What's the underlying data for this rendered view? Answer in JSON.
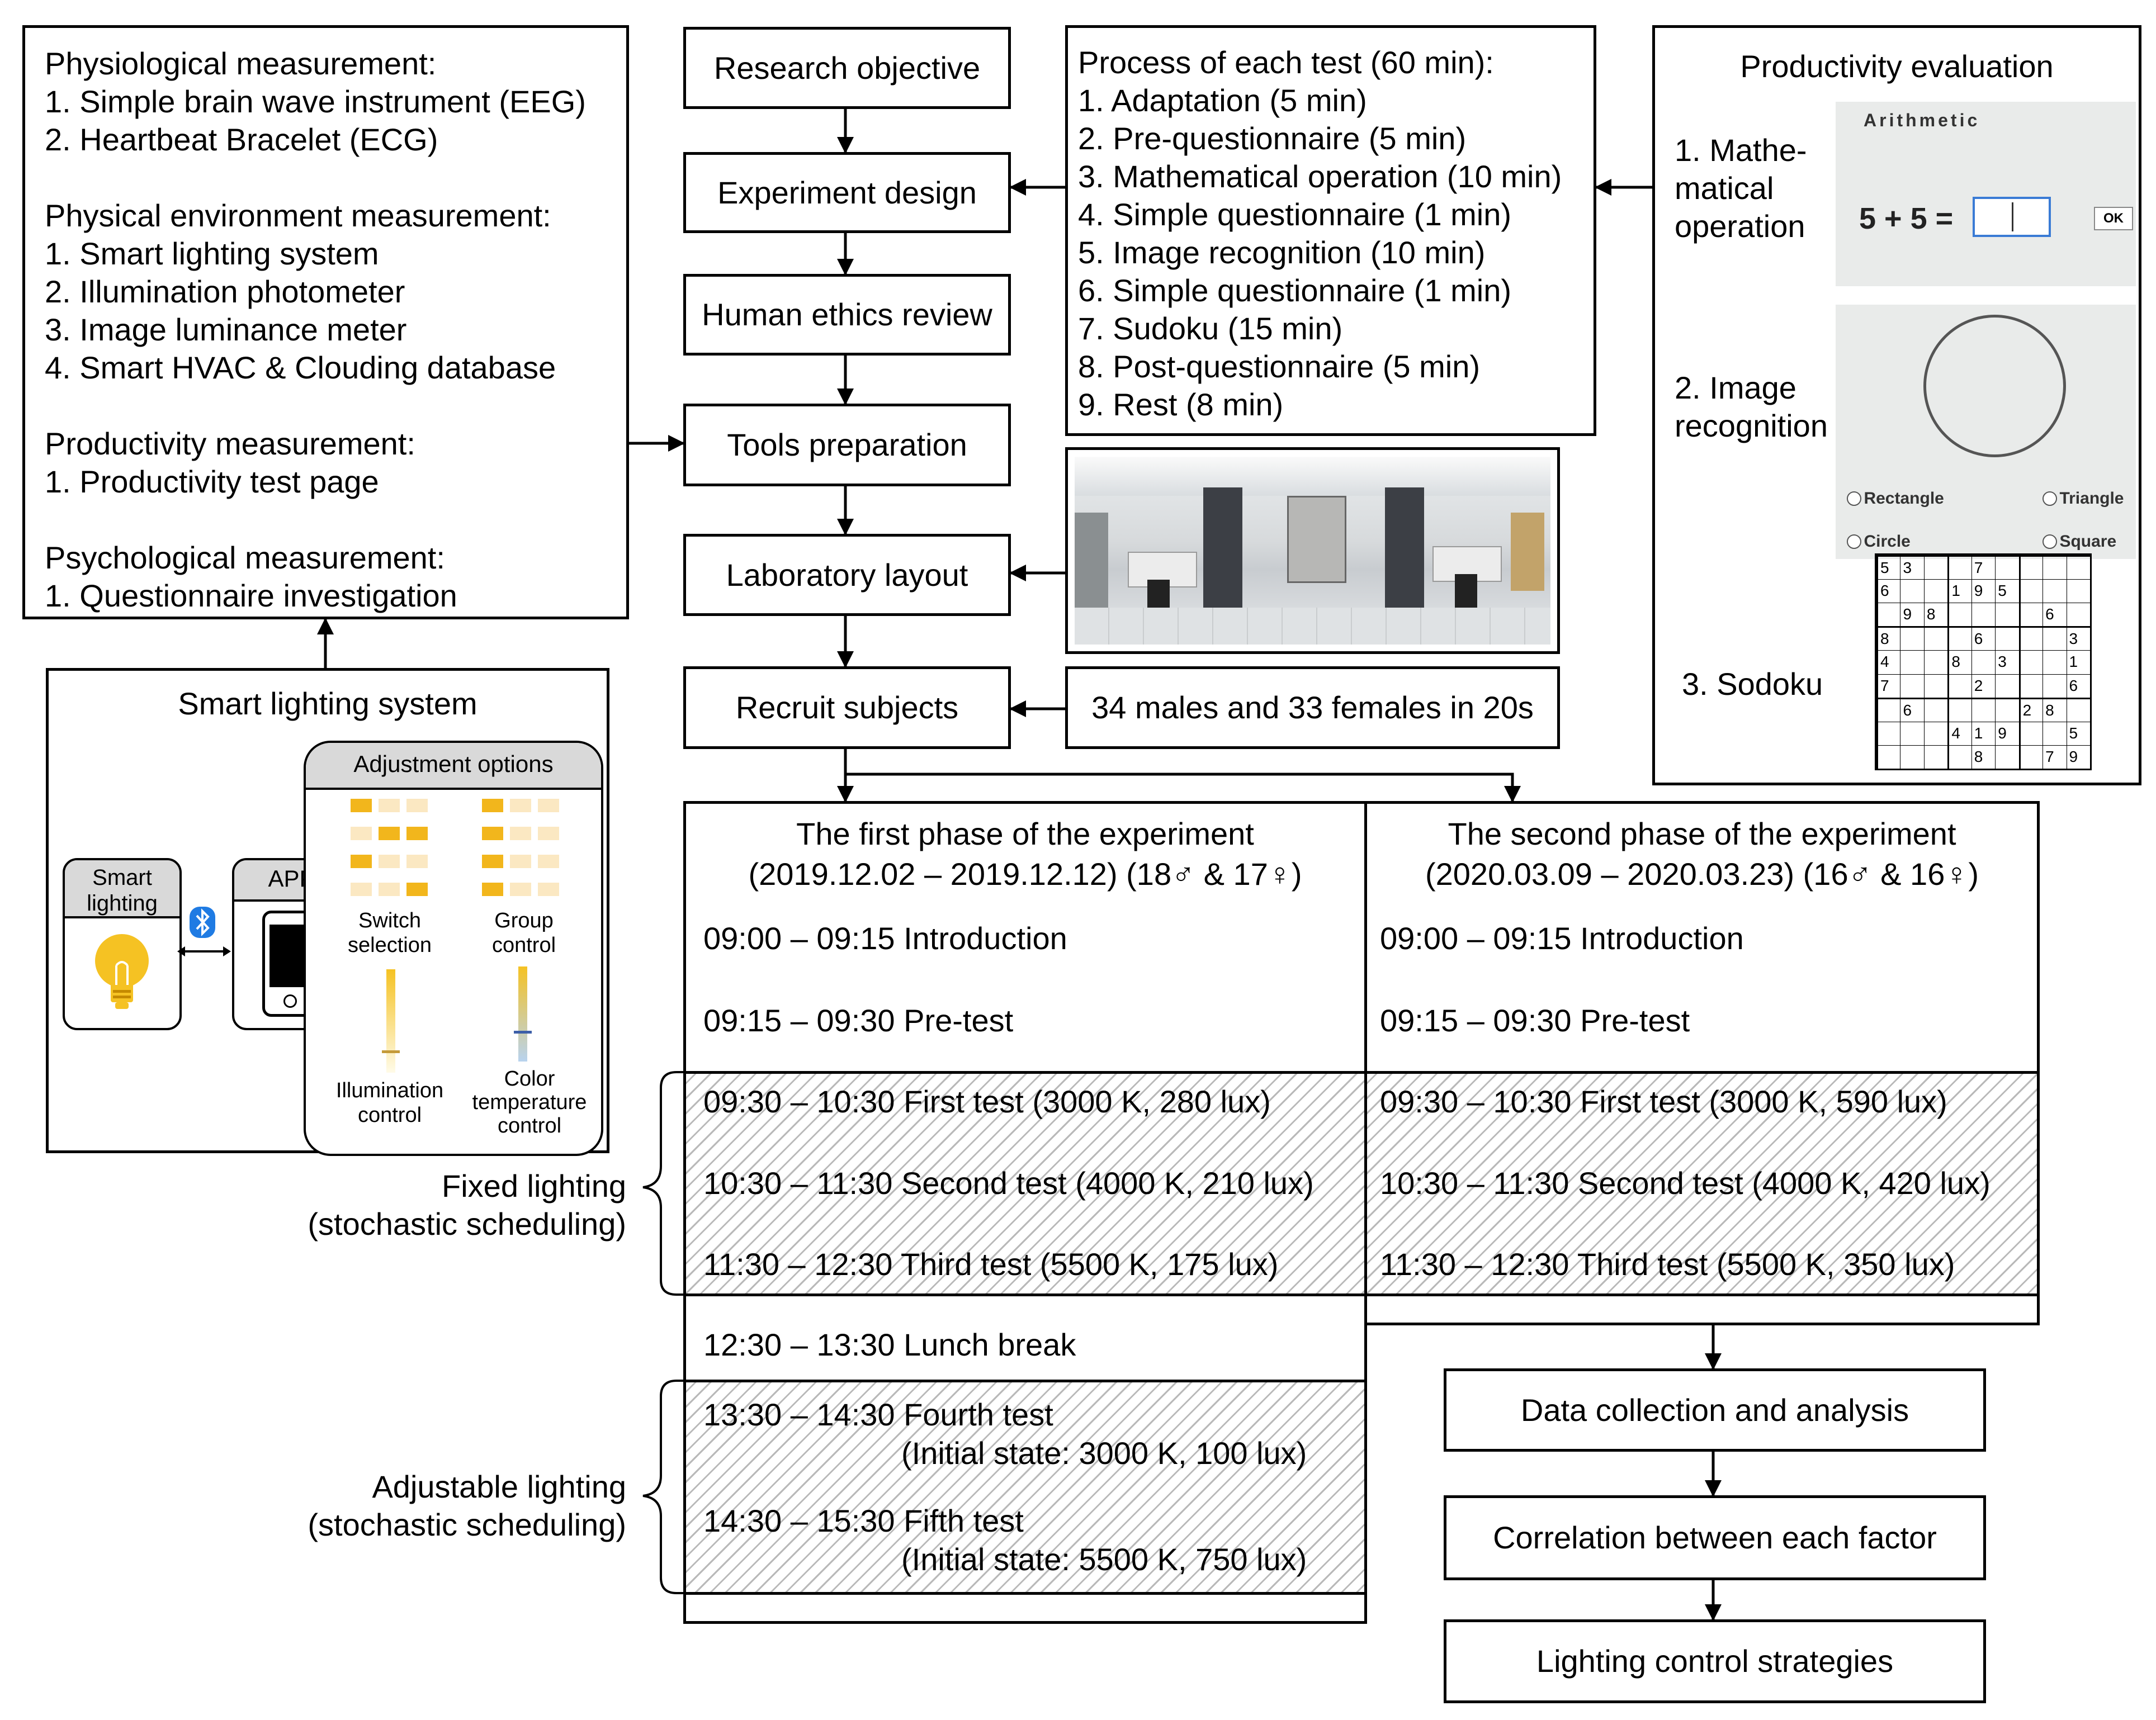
{
  "left_measurements": {
    "lines": [
      "Physiological measurement:",
      "1. Simple brain wave instrument (EEG)",
      "2. Heartbeat Bracelet (ECG)",
      "",
      "Physical environment measurement:",
      "1. Smart lighting system",
      "2. Illumination photometer",
      "3. Image luminance meter",
      "4. Smart HVAC & Clouding database",
      "",
      "Productivity measurement:",
      "1. Productivity test page",
      "",
      "Psychological measurement:",
      "1. Questionnaire investigation"
    ]
  },
  "flow": {
    "research_objective": "Research objective",
    "experiment_design": "Experiment design",
    "ethics_review": "Human ethics review",
    "tools_preparation": "Tools preparation",
    "laboratory_layout": "Laboratory layout",
    "recruit_subjects": "Recruit subjects",
    "subjects_note": "34 males and 33 females in 20s",
    "data_collection": "Data collection and analysis",
    "correlation": "Correlation between each factor",
    "strategies": "Lighting control strategies"
  },
  "process": {
    "lines": [
      "Process of each test (60 min):",
      "1. Adaptation (5 min)",
      "2. Pre-questionnaire (5 min)",
      "3. Mathematical operation (10 min)",
      "4. Simple questionnaire (1 min)",
      "5. Image recognition (10 min)",
      "6. Simple questionnaire (1 min)",
      "7. Sudoku (15 min)",
      "8. Post-questionnaire (5 min)",
      "9. Rest (8 min)"
    ]
  },
  "productivity": {
    "title": "Productivity evaluation",
    "math_label": "1. Mathe-\nmatical\noperation",
    "arith_title": "Arithmetic",
    "equation": "5 + 5 =",
    "ok": "OK",
    "image_label": "2. Image\nrecognition",
    "options": [
      "Rectangle",
      "Triangle",
      "Circle",
      "Square"
    ],
    "sudoku_label": "3. Sodoku",
    "sudoku_grid": [
      [
        "5",
        "3",
        "",
        "",
        "7",
        "",
        "",
        "",
        ""
      ],
      [
        "6",
        "",
        "",
        "1",
        "9",
        "5",
        "",
        "",
        ""
      ],
      [
        "",
        "9",
        "8",
        "",
        "",
        "",
        "",
        "6",
        ""
      ],
      [
        "8",
        "",
        "",
        "",
        "6",
        "",
        "",
        "",
        "3"
      ],
      [
        "4",
        "",
        "",
        "8",
        "",
        "3",
        "",
        "",
        "1"
      ],
      [
        "7",
        "",
        "",
        "",
        "2",
        "",
        "",
        "",
        "6"
      ],
      [
        "",
        "6",
        "",
        "",
        "",
        "",
        "2",
        "8",
        ""
      ],
      [
        "",
        "",
        "",
        "4",
        "1",
        "9",
        "",
        "",
        "5"
      ],
      [
        "",
        "",
        "",
        "",
        "8",
        "",
        "",
        "7",
        "9"
      ]
    ]
  },
  "smart_lighting": {
    "title": "Smart lighting system",
    "adjustment": "Adjustment options",
    "device": "Smart\nlighting",
    "app": "APP",
    "switch": "Switch\nselection",
    "group": "Group\ncontrol",
    "illum": "Illumination\ncontrol",
    "color": "Color\ntemperature\ncontrol",
    "bulb_color": "#f5c223",
    "option_color": "#f2b61c",
    "option_light": "#fbe8c2"
  },
  "phase1": {
    "title": "The first phase of the experiment",
    "dates": "(2019.12.02 – 2019.12.12) (18♂ & 17♀)",
    "intro": "09:00 – 09:15 Introduction",
    "pretest": "09:15 – 09:30 Pre-test",
    "first": "09:30 – 10:30 First test (3000 K, 280 lux)",
    "second": "10:30 – 11:30 Second test (4000 K, 210 lux)",
    "third": "11:30 – 12:30 Third test (5500 K, 175 lux)",
    "lunch": "12:30 – 13:30 Lunch break",
    "fourth": "13:30 – 14:30 Fourth test",
    "fourth_init": "(Initial state: 3000 K, 100 lux)",
    "fifth": "14:30 – 15:30 Fifth test",
    "fifth_init": "(Initial state: 5500 K, 750 lux)"
  },
  "phase2": {
    "title": "The second phase of the experiment",
    "dates": "(2020.03.09 – 2020.03.23) (16♂ & 16♀)",
    "intro": "09:00 – 09:15 Introduction",
    "pretest": "09:15 – 09:30 Pre-test",
    "first": "09:30 – 10:30 First test (3000 K, 590 lux)",
    "second": "10:30 – 11:30 Second test (4000 K, 420 lux)",
    "third": "11:30 – 12:30 Third test (5500 K, 350 lux)"
  },
  "braces": {
    "fixed": "Fixed lighting\n(stochastic scheduling)",
    "adjustable": "Adjustable lighting\n(stochastic scheduling)"
  }
}
